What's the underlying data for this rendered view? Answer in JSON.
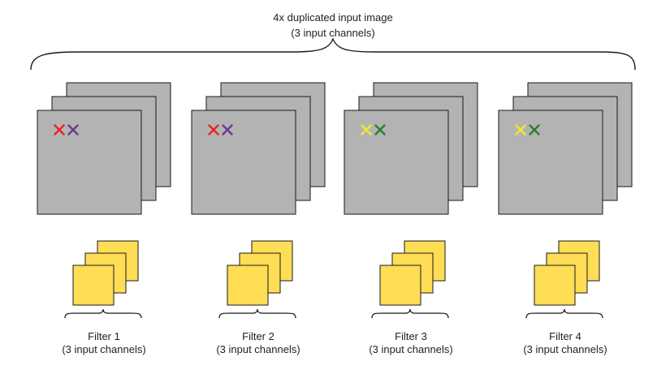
{
  "header": {
    "line1": "4x duplicated input image",
    "line2": "(3 input channels)"
  },
  "colors": {
    "image_fill": "#b3b3b3",
    "image_stroke": "#1a1a1a",
    "filter_fill": "#ffdd55",
    "filter_stroke": "#1a1a1a",
    "red": "#e8232a",
    "purple": "#6b3a8e",
    "yellow": "#f0ea2a",
    "green": "#2e7d32"
  },
  "groups": [
    {
      "title": "Filter 1",
      "subtitle": "(3 input channels)",
      "marker_colors": [
        "red",
        "purple"
      ],
      "icon": "cross-mark-icon"
    },
    {
      "title": "Filter 2",
      "subtitle": "(3 input channels)",
      "marker_colors": [
        "red",
        "purple"
      ],
      "icon": "cross-mark-icon"
    },
    {
      "title": "Filter 3",
      "subtitle": "(3 input channels)",
      "marker_colors": [
        "yellow",
        "green"
      ],
      "icon": "cross-mark-icon"
    },
    {
      "title": "Filter 4",
      "subtitle": "(3 input channels)",
      "marker_colors": [
        "yellow",
        "green"
      ],
      "icon": "cross-mark-icon"
    }
  ]
}
